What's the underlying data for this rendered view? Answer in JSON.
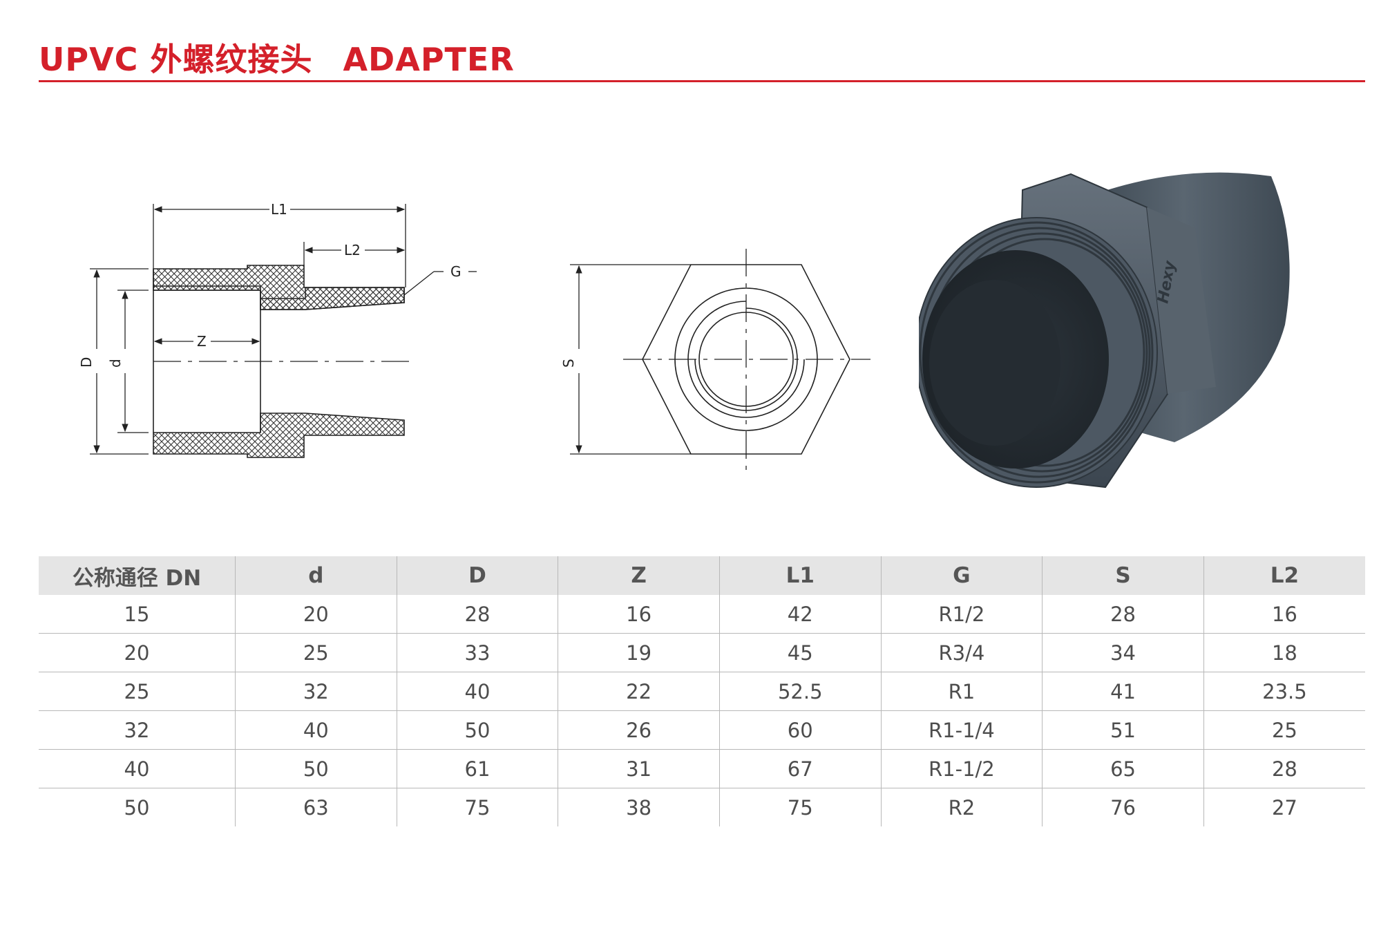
{
  "header": {
    "title_cn": "UPVC 外螺纹接头",
    "title_en": "ADAPTER"
  },
  "drawing_section": {
    "labels": {
      "L1": "L1",
      "L2": "L2",
      "G": "G",
      "Z": "Z",
      "D": "D",
      "d": "d"
    }
  },
  "drawing_end": {
    "labels": {
      "S": "S"
    }
  },
  "photo": {
    "brand_mark": "Hexy"
  },
  "colors": {
    "accent": "#d4202a",
    "header_bg": "#e5e5e5",
    "pipe_gray": "#4a5560"
  },
  "table": {
    "headers": [
      "公称通径 DN",
      "d",
      "D",
      "Z",
      "L1",
      "G",
      "S",
      "L2"
    ],
    "rows": [
      [
        "15",
        "20",
        "28",
        "16",
        "42",
        "R1/2",
        "28",
        "16"
      ],
      [
        "20",
        "25",
        "33",
        "19",
        "45",
        "R3/4",
        "34",
        "18"
      ],
      [
        "25",
        "32",
        "40",
        "22",
        "52.5",
        "R1",
        "41",
        "23.5"
      ],
      [
        "32",
        "40",
        "50",
        "26",
        "60",
        "R1-1/4",
        "51",
        "25"
      ],
      [
        "40",
        "50",
        "61",
        "31",
        "67",
        "R1-1/2",
        "65",
        "28"
      ],
      [
        "50",
        "63",
        "75",
        "38",
        "75",
        "R2",
        "76",
        "27"
      ]
    ]
  }
}
